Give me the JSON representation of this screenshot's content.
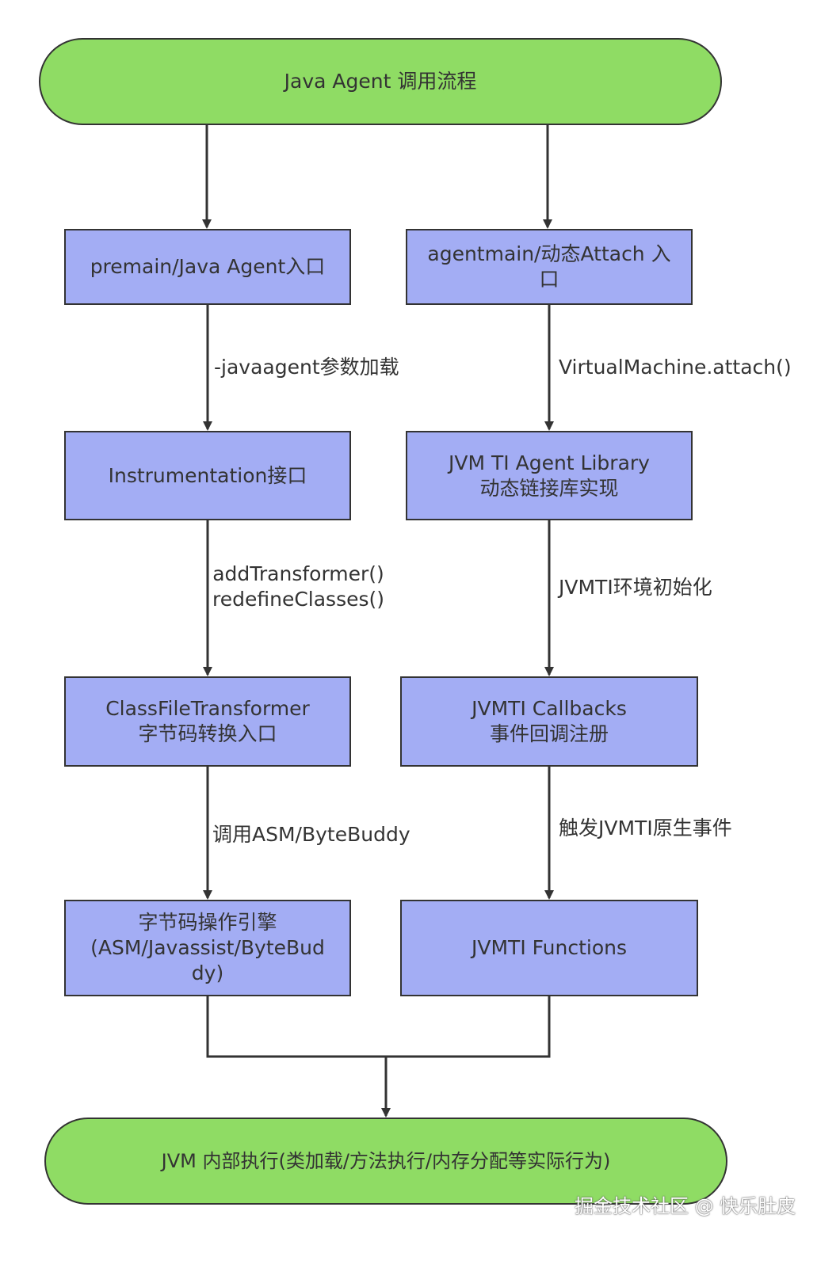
{
  "nodes": {
    "start": "Java Agent 调用流程",
    "premain": "premain/Java Agent入口",
    "agentmain": "agentmain/动态Attach 入口",
    "instrumentation": "Instrumentation接口",
    "jvmti_library": [
      "JVM TI Agent Library",
      "动态链接库实现"
    ],
    "classfile_transformer": [
      "ClassFileTransformer",
      "字节码转换入口"
    ],
    "jvmti_callbacks": [
      "JVMTI Callbacks",
      "事件回调注册"
    ],
    "bytecode_engine": [
      "字节码操作引擎",
      "(ASM/Javassist/ByteBud",
      "dy)"
    ],
    "jvmti_functions": "JVMTI Functions",
    "end": "JVM 内部执行(类加载/方法执行/内存分配等实际行为)"
  },
  "edges": {
    "javaagent_param": "-javaagent参数加载",
    "vm_attach": "VirtualMachine.attach()",
    "transformer_methods": [
      "addTransformer()",
      "redefineClasses()"
    ],
    "jvmti_init": "JVMTI环境初始化",
    "call_asm": "调用ASM/ByteBuddy",
    "trigger_events": "触发JVMTI原生事件"
  },
  "watermark": "掘金技术社区 @ 快乐肚皮",
  "colors": {
    "terminal_fill": "#8fdc64",
    "process_fill": "#a3adf4",
    "stroke": "#333333"
  }
}
